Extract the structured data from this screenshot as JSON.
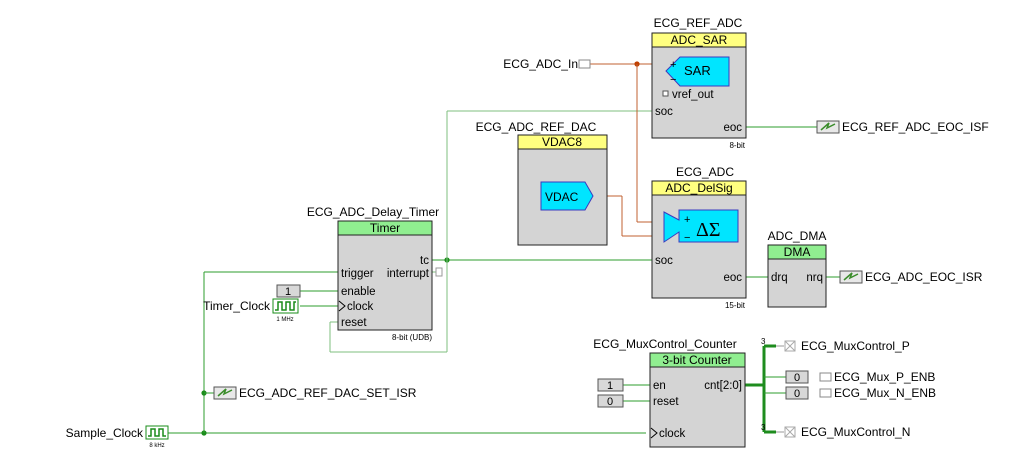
{
  "components": {
    "ref_adc": {
      "instance": "ECG_REF_ADC",
      "type": "ADC_SAR",
      "inner": "SAR",
      "vref": "vref_out",
      "soc": "soc",
      "eoc": "eoc",
      "res": "8-bit"
    },
    "ref_dac": {
      "instance": "ECG_ADC_REF_DAC",
      "type": "VDAC8",
      "inner": "VDAC"
    },
    "adc": {
      "instance": "ECG_ADC",
      "type": "ADC_DelSig",
      "inner": "ΔΣ",
      "soc": "soc",
      "eoc": "eoc",
      "res": "15-bit"
    },
    "dma": {
      "instance": "ADC_DMA",
      "type": "DMA",
      "drq": "drq",
      "nrq": "nrq"
    },
    "timer": {
      "instance": "ECG_ADC_Delay_Timer",
      "type": "Timer",
      "tc": "tc",
      "trigger": "trigger",
      "interrupt": "interrupt",
      "enable": "enable",
      "clock": "clock",
      "reset": "reset",
      "res": "8-bit (UDB)"
    },
    "counter": {
      "instance": "ECG_MuxControl_Counter",
      "type": "3-bit Counter",
      "en": "en",
      "reset": "reset",
      "clock": "clock",
      "cnt": "cnt[2:0]"
    }
  },
  "labels": {
    "adc_in": "ECG_ADC_In",
    "ref_eoc_isr": "ECG_REF_ADC_EOC_ISF",
    "adc_eoc_isr": "ECG_ADC_EOC_ISR",
    "ref_dac_set_isr": "ECG_ADC_REF_DAC_SET_ISR",
    "timer_clock": "Timer_Clock",
    "timer_clock_freq": "1 MHz",
    "sample_clock": "Sample_Clock",
    "sample_clock_freq": "8 kHz",
    "mux_p": "ECG_MuxControl_P",
    "mux_n": "ECG_MuxControl_N",
    "mux_p_enb": "ECG_Mux_P_ENB",
    "mux_n_enb": "ECG_Mux_N_ENB",
    "bus_width_top": "3",
    "bus_width_bot": "3"
  },
  "constants": {
    "timer_enable": "1",
    "counter_en": "1",
    "counter_reset": "0",
    "mux_p_enb": "0",
    "mux_n_enb": "0"
  },
  "colors": {
    "header_yellow": "#ffff80",
    "header_green": "#90ee90",
    "body_gray": "#d4d4d4",
    "wire_green": "#2e9e2e",
    "analog_orange": "#c06030",
    "cyan": "#00e5ff"
  }
}
